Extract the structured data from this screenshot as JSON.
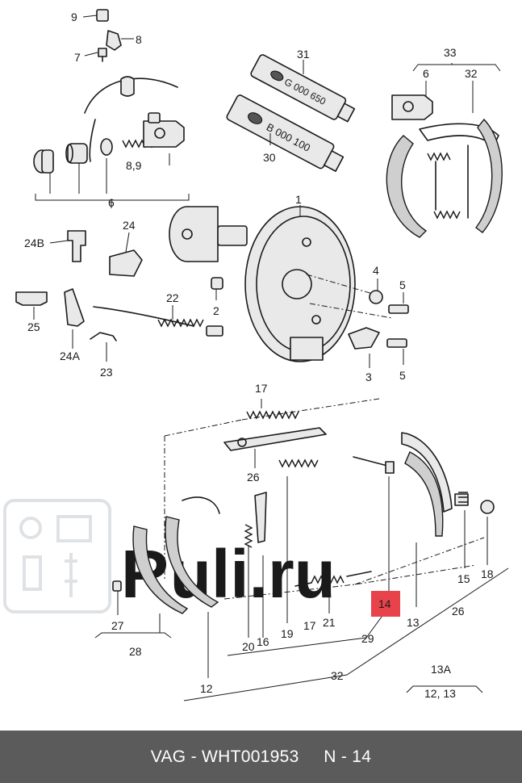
{
  "diagram": {
    "callouts": {
      "c9": "9",
      "c8": "8",
      "c7": "7",
      "c31": "31",
      "c30": "30",
      "c33": "33",
      "c6_top": "6",
      "c32_top": "32",
      "c89": "8,9",
      "c6_left": "6",
      "c24B": "24B",
      "c24": "24",
      "c1": "1",
      "c4": "4",
      "c5_top": "5",
      "c25": "25",
      "c22": "22",
      "c2": "2",
      "c24A": "24A",
      "c23": "23",
      "c3": "3",
      "c5_bottom": "5",
      "c17_top": "17",
      "c26_mid": "26",
      "c15": "15",
      "c18": "18",
      "c27": "27",
      "c28": "28",
      "c14": "14",
      "c13": "13",
      "c26_right": "26",
      "c20": "20",
      "c16": "16",
      "c19": "19",
      "c17_bottom": "17",
      "c21": "21",
      "c29": "29",
      "c32_bottom": "32",
      "c12": "12",
      "c13A": "13A",
      "c1213": "12, 13"
    },
    "tube_labels": {
      "t31": "G 000 650",
      "t30": "B 000 100"
    },
    "watermark": "Ruli.ru",
    "highlight_color": "#e8434b"
  },
  "footer": {
    "text": "VAG - WHT001953     N - 14"
  }
}
